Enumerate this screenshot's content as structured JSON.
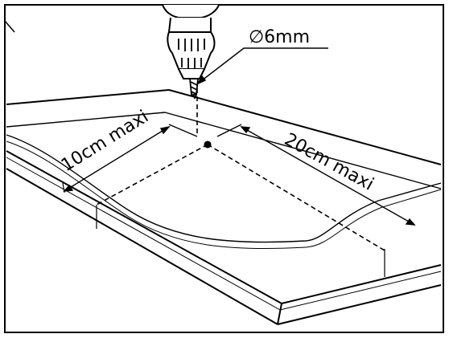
{
  "labels": {
    "diameter": "∅6mm",
    "short_distance": "10cm maxi",
    "long_distance": "20cm maxi"
  },
  "colors": {
    "line": "#000000",
    "background": "#ffffff"
  },
  "icons": [
    "drill-icon",
    "drill-bit-icon",
    "hole-marker-icon"
  ]
}
